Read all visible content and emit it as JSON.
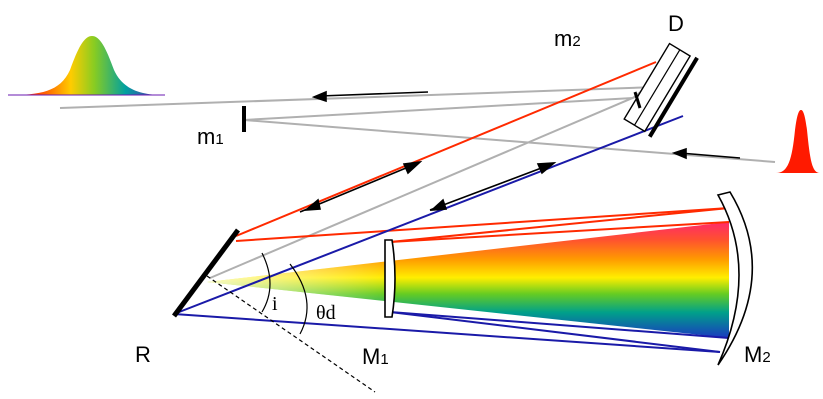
{
  "labels": {
    "d": "D",
    "m2_main": "m",
    "m2_sub": "2",
    "m1_main": "m",
    "m1_sub": "1",
    "r": "R",
    "big_m1_main": "M",
    "big_m1_sub": "1",
    "big_m2_main": "M",
    "big_m2_sub": "2",
    "angle_i": "i",
    "angle_theta": "θd"
  },
  "colors": {
    "red_beam": "#ff2a00",
    "blue_beam": "#1a1aa8",
    "gray_beam": "#b0b0b0",
    "pulse_red": "#ff1a00",
    "mirror": "#000000"
  },
  "icons": {
    "input_pulse": "narrow-red-pulse-icon",
    "output_pulse": "broad-rainbow-pulse-icon"
  }
}
